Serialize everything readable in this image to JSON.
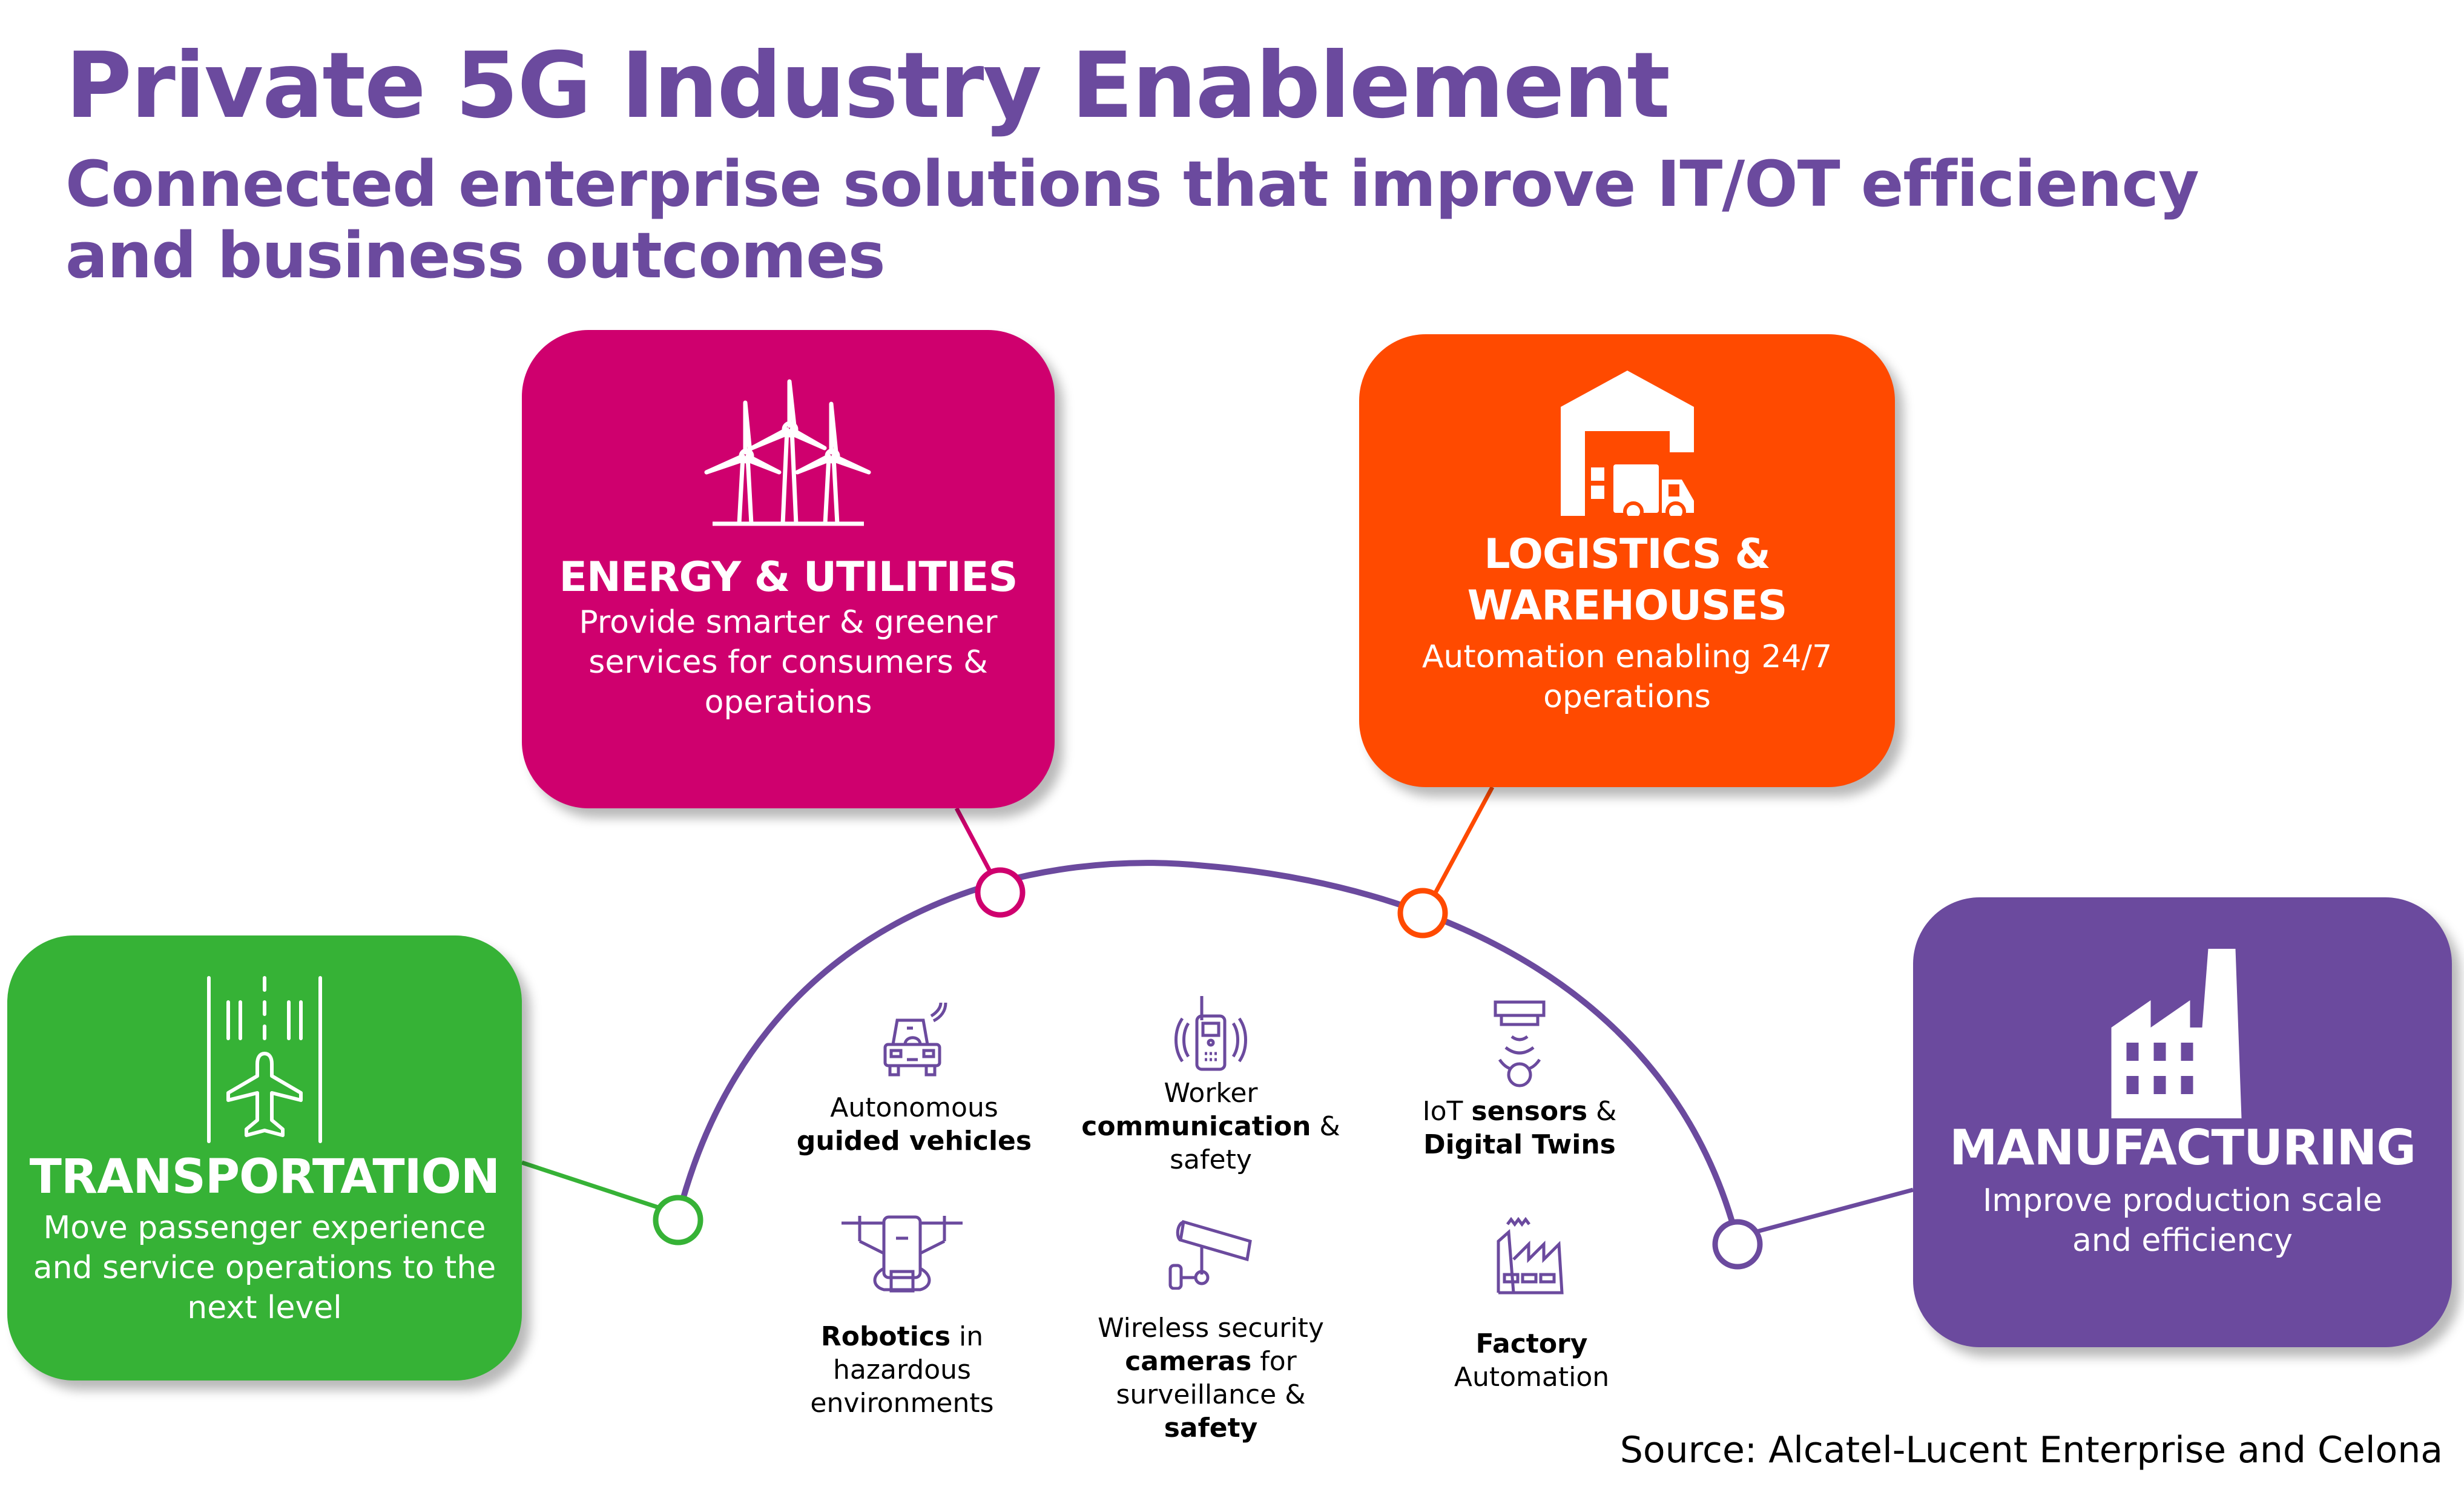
{
  "header": {
    "title": "Private 5G Industry Enablement",
    "subtitle": "Connected enterprise solutions that improve IT/OT efficiency and business outcomes"
  },
  "colors": {
    "brand_purple": "#6b4a9e",
    "energy": "#cf006e",
    "logistics": "#ff4a00",
    "transportation": "#36b236",
    "manufacturing": "#6b4a9e"
  },
  "industries": {
    "energy": {
      "icon": "wind-turbines-icon",
      "title": "ENERGY & UTILITIES",
      "description": "Provide smarter & greener services for consumers & operations"
    },
    "logistics": {
      "icon": "warehouse-truck-icon",
      "title_line1": "LOGISTICS &",
      "title_line2": "WAREHOUSES",
      "description": "Automation enabling 24/7 operations"
    },
    "transportation": {
      "icon": "airplane-runway-icon",
      "title": "TRANSPORTATION",
      "description": "Move passenger experience and service operations to the next level"
    },
    "manufacturing": {
      "icon": "factory-icon",
      "title": "MANUFACTURING",
      "description": "Improve production scale and efficiency"
    }
  },
  "use_cases": {
    "agv": {
      "icon": "autonomous-vehicle-icon",
      "line1": "Autonomous",
      "line2_bold": "guided vehicles"
    },
    "worker": {
      "icon": "walkie-talkie-icon",
      "line1": "Worker",
      "line2_bold": "communication",
      "line2_rest": " &",
      "line3": "safety"
    },
    "iot": {
      "icon": "iot-sensor-icon",
      "line1_pre": "IoT ",
      "line1_bold": "sensors",
      "line1_post": " &",
      "line2_bold": "Digital Twins"
    },
    "robotics": {
      "icon": "drone-robot-icon",
      "line1_bold": "Robotics",
      "line1_post": " in",
      "line2": "hazardous",
      "line3": "environments"
    },
    "cameras": {
      "icon": "security-camera-icon",
      "line1": "Wireless security",
      "line2_bold": "cameras",
      "line2_post": " for",
      "line3_pre": "surveillance & ",
      "line3_bold": "safety"
    },
    "factory": {
      "icon": "factory-automation-icon",
      "line1_bold": "Factory",
      "line2": "Automation"
    }
  },
  "footer": {
    "source": "Source: Alcatel-Lucent Enterprise and Celona"
  }
}
